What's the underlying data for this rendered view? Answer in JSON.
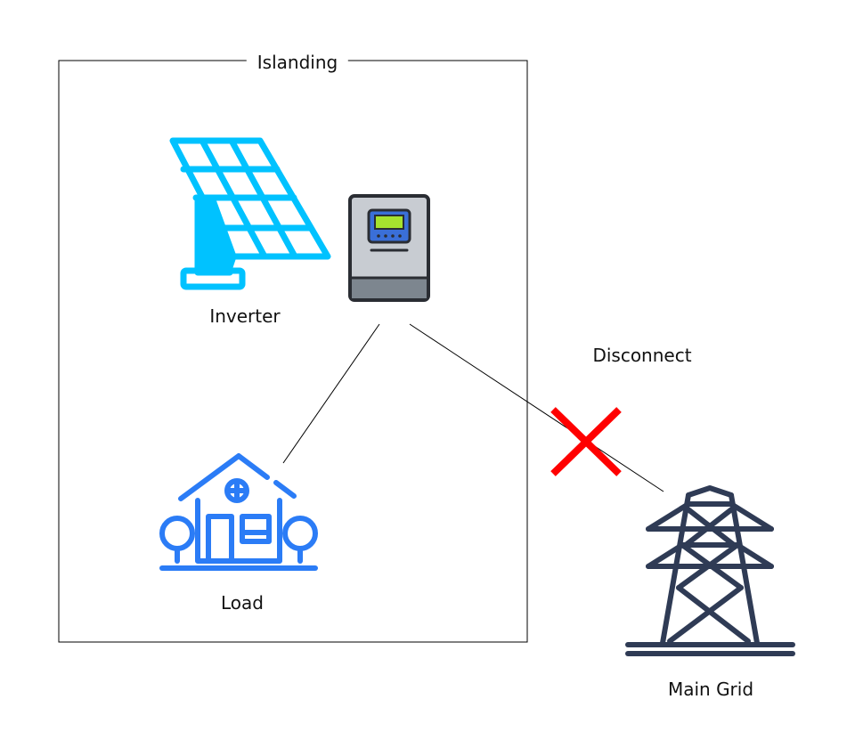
{
  "diagram": {
    "boundary_label": "Islanding",
    "solar_label": "Inverter",
    "load_label": "Load",
    "disconnect_label": "Disconnect",
    "grid_label": "Main Grid"
  },
  "colors": {
    "solar": "#00c2ff",
    "house": "#2b7cf6",
    "tower": "#2f3b55",
    "cross": "#ff0000",
    "inverter_body": "#c8ccd2",
    "inverter_base": "#7d868f",
    "screen": "#a6e22e",
    "screen_frame": "#3a6fd8"
  },
  "icons": [
    "solar-panel-icon",
    "inverter-icon",
    "house-icon",
    "power-tower-icon",
    "cross-icon"
  ]
}
